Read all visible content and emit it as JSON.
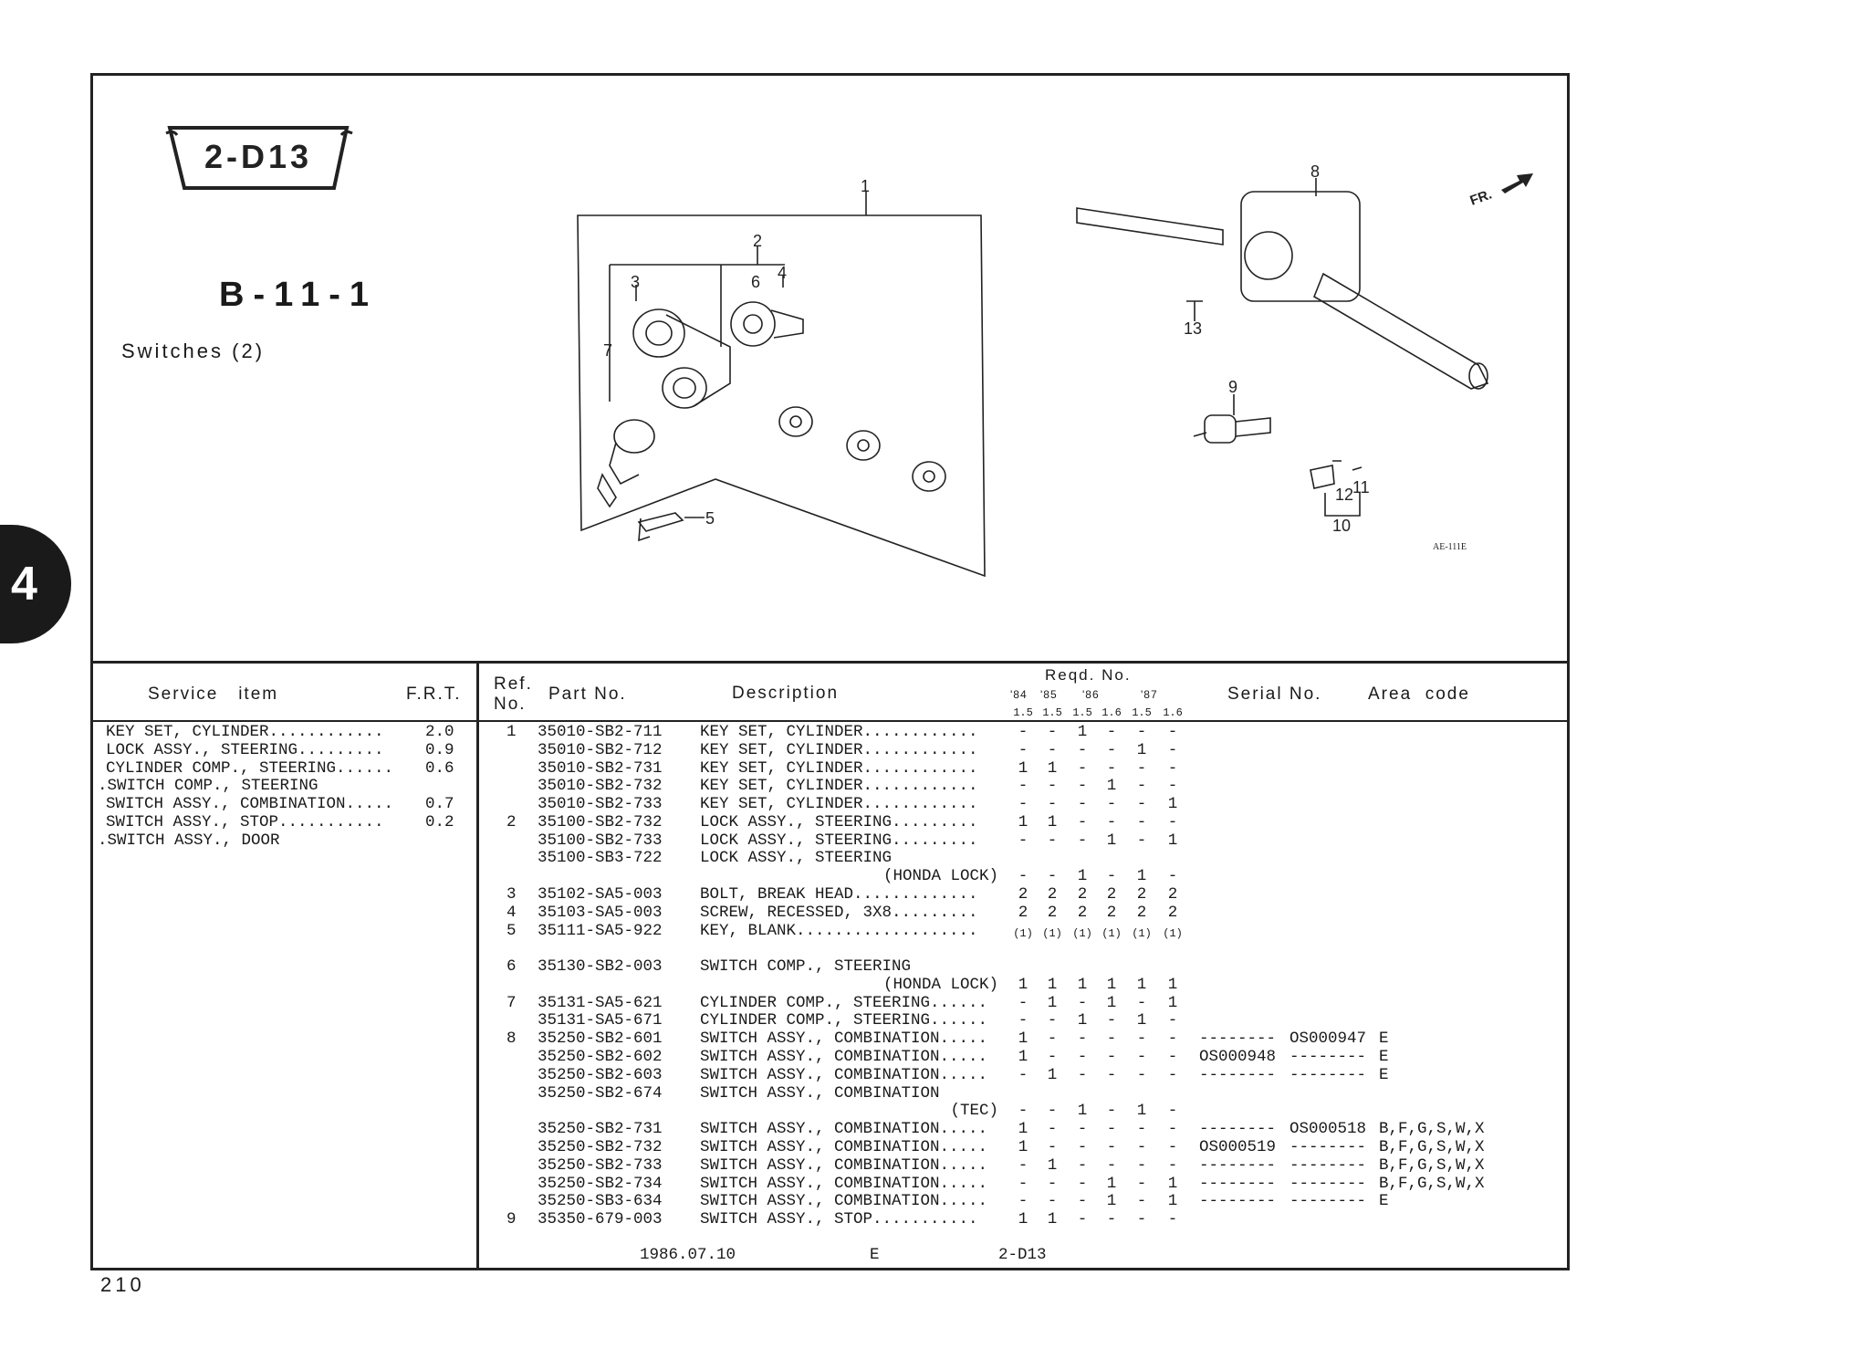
{
  "header": {
    "badge": "2-D13",
    "section": "B-11-1",
    "title": "Switches (2)",
    "chapter_tab": "4"
  },
  "diagram": {
    "callouts": [
      "1",
      "2",
      "3",
      "4",
      "5",
      "6",
      "7",
      "8",
      "9",
      "10",
      "11",
      "12",
      "13"
    ],
    "code": "AE-111E",
    "front_marker": "FR."
  },
  "table_headers": {
    "service_item": "Service   item",
    "frt": "F.R.T.",
    "ref": "Ref.",
    "ref_no": "No.",
    "part_no": "Part No.",
    "description": "Description",
    "reqd": "Reqd. No.",
    "years": [
      "'84",
      "'85",
      "'86",
      "'87"
    ],
    "engines": [
      "1.5",
      "1.5",
      "1.5",
      "1.6",
      "1.5",
      "1.6"
    ],
    "serial_no": "Serial No.",
    "area_code": "Area  code"
  },
  "service_items": [
    {
      "item": "KEY SET, CYLINDER............",
      "frt": "2.0"
    },
    {
      "item": "LOCK ASSY., STEERING.........",
      "frt": "0.9"
    },
    {
      "item": "CYLINDER COMP., STEERING......",
      "frt": "0.6"
    },
    {
      "item": ".SWITCH COMP., STEERING",
      "frt": ""
    },
    {
      "item": "SWITCH ASSY., COMBINATION.....",
      "frt": "0.7"
    },
    {
      "item": "SWITCH ASSY., STOP...........",
      "frt": "0.2"
    },
    {
      "item": ".SWITCH ASSY., DOOR",
      "frt": ""
    }
  ],
  "parts": [
    {
      "ref": "1",
      "part": "35010-SB2-711",
      "desc": "KEY SET, CYLINDER............",
      "qty": [
        "-",
        "-",
        "1",
        "-",
        "-",
        "-"
      ]
    },
    {
      "ref": "",
      "part": "35010-SB2-712",
      "desc": "KEY SET, CYLINDER............",
      "qty": [
        "-",
        "-",
        "-",
        "-",
        "1",
        "-"
      ]
    },
    {
      "ref": "",
      "part": "35010-SB2-731",
      "desc": "KEY SET, CYLINDER............",
      "qty": [
        "1",
        "1",
        "-",
        "-",
        "-",
        "-"
      ]
    },
    {
      "ref": "",
      "part": "35010-SB2-732",
      "desc": "KEY SET, CYLINDER............",
      "qty": [
        "-",
        "-",
        "-",
        "1",
        "-",
        "-"
      ]
    },
    {
      "ref": "",
      "part": "35010-SB2-733",
      "desc": "KEY SET, CYLINDER............",
      "qty": [
        "-",
        "-",
        "-",
        "-",
        "-",
        "1"
      ]
    },
    {
      "ref": "2",
      "part": "35100-SB2-732",
      "desc": "LOCK ASSY., STEERING.........",
      "qty": [
        "1",
        "1",
        "-",
        "-",
        "-",
        "-"
      ]
    },
    {
      "ref": "",
      "part": "35100-SB2-733",
      "desc": "LOCK ASSY., STEERING.........",
      "qty": [
        "-",
        "-",
        "-",
        "1",
        "-",
        "1"
      ]
    },
    {
      "ref": "",
      "part": "35100-SB3-722",
      "desc": "LOCK ASSY., STEERING",
      "qty": []
    },
    {
      "ref": "",
      "part": "",
      "desc": "(HONDA LOCK)",
      "right": true,
      "qty": [
        "-",
        "-",
        "1",
        "-",
        "1",
        "-"
      ]
    },
    {
      "ref": "3",
      "part": "35102-SA5-003",
      "desc": "BOLT, BREAK HEAD.............",
      "qty": [
        "2",
        "2",
        "2",
        "2",
        "2",
        "2"
      ]
    },
    {
      "ref": "4",
      "part": "35103-SA5-003",
      "desc": "SCREW, RECESSED, 3X8.........",
      "qty": [
        "2",
        "2",
        "2",
        "2",
        "2",
        "2"
      ]
    },
    {
      "ref": "5",
      "part": "35111-SA5-922",
      "desc": "KEY, BLANK...................",
      "qty": [
        "(1)",
        "(1)",
        "(1)",
        "(1)",
        "(1)",
        "(1)"
      ]
    },
    {
      "ref": "",
      "part": "",
      "desc": "",
      "qty": []
    },
    {
      "ref": "6",
      "part": "35130-SB2-003",
      "desc": "SWITCH COMP., STEERING",
      "qty": []
    },
    {
      "ref": "",
      "part": "",
      "desc": "(HONDA LOCK)",
      "right": true,
      "qty": [
        "1",
        "1",
        "1",
        "1",
        "1",
        "1"
      ]
    },
    {
      "ref": "7",
      "part": "35131-SA5-621",
      "desc": "CYLINDER COMP., STEERING......",
      "qty": [
        "-",
        "1",
        "-",
        "1",
        "-",
        "1"
      ]
    },
    {
      "ref": "",
      "part": "35131-SA5-671",
      "desc": "CYLINDER COMP., STEERING......",
      "qty": [
        "-",
        "-",
        "1",
        "-",
        "1",
        "-"
      ]
    },
    {
      "ref": "8",
      "part": "35250-SB2-601",
      "desc": "SWITCH ASSY., COMBINATION.....",
      "qty": [
        "1",
        "-",
        "-",
        "-",
        "-",
        "-"
      ],
      "s1": "--------",
      "s2": "OS000947",
      "area": "E"
    },
    {
      "ref": "",
      "part": "35250-SB2-602",
      "desc": "SWITCH ASSY., COMBINATION.....",
      "qty": [
        "1",
        "-",
        "-",
        "-",
        "-",
        "-"
      ],
      "s1": "OS000948",
      "s2": "--------",
      "area": "E"
    },
    {
      "ref": "",
      "part": "35250-SB2-603",
      "desc": "SWITCH ASSY., COMBINATION.....",
      "qty": [
        "-",
        "1",
        "-",
        "-",
        "-",
        "-"
      ],
      "s1": "--------",
      "s2": "--------",
      "area": "E"
    },
    {
      "ref": "",
      "part": "35250-SB2-674",
      "desc": "SWITCH ASSY., COMBINATION",
      "qty": []
    },
    {
      "ref": "",
      "part": "",
      "desc": "(TEC)",
      "right": true,
      "qty": [
        "-",
        "-",
        "1",
        "-",
        "1",
        "-"
      ]
    },
    {
      "ref": "",
      "part": "35250-SB2-731",
      "desc": "SWITCH ASSY., COMBINATION.....",
      "qty": [
        "1",
        "-",
        "-",
        "-",
        "-",
        "-"
      ],
      "s1": "--------",
      "s2": "OS000518",
      "area": "B,F,G,S,W,X"
    },
    {
      "ref": "",
      "part": "35250-SB2-732",
      "desc": "SWITCH ASSY., COMBINATION.....",
      "qty": [
        "1",
        "-",
        "-",
        "-",
        "-",
        "-"
      ],
      "s1": "OS000519",
      "s2": "--------",
      "area": "B,F,G,S,W,X"
    },
    {
      "ref": "",
      "part": "35250-SB2-733",
      "desc": "SWITCH ASSY., COMBINATION.....",
      "qty": [
        "-",
        "1",
        "-",
        "-",
        "-",
        "-"
      ],
      "s1": "--------",
      "s2": "--------",
      "area": "B,F,G,S,W,X"
    },
    {
      "ref": "",
      "part": "35250-SB2-734",
      "desc": "SWITCH ASSY., COMBINATION.....",
      "qty": [
        "-",
        "-",
        "-",
        "1",
        "-",
        "1"
      ],
      "s1": "--------",
      "s2": "--------",
      "area": "B,F,G,S,W,X"
    },
    {
      "ref": "",
      "part": "35250-SB3-634",
      "desc": "SWITCH ASSY., COMBINATION.....",
      "qty": [
        "-",
        "-",
        "-",
        "1",
        "-",
        "1"
      ],
      "s1": "--------",
      "s2": "--------",
      "area": "E"
    },
    {
      "ref": "9",
      "part": "35350-679-003",
      "desc": "SWITCH ASSY., STOP...........",
      "qty": [
        "1",
        "1",
        "-",
        "-",
        "-",
        "-"
      ]
    }
  ],
  "footer": {
    "date": "1986.07.10",
    "code": "E",
    "page_ref": "2-D13",
    "page_number": "210"
  }
}
